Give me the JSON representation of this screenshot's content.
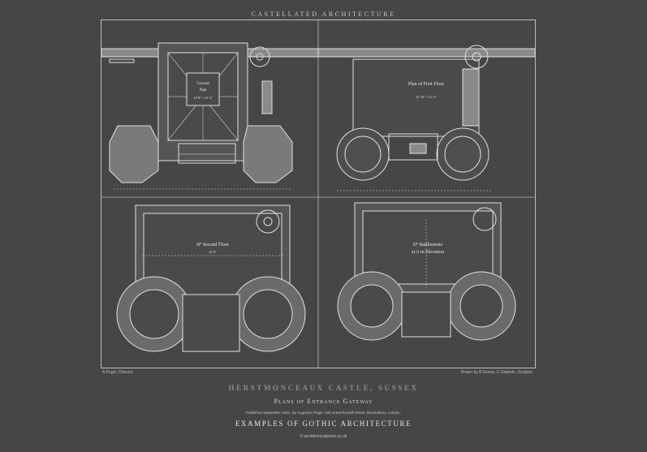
{
  "header": {
    "title": "CASTELLATED ARCHITECTURE"
  },
  "plans": {
    "ground": {
      "line1": "Ground",
      "line2": "Plan",
      "dim": "14' 8\" × 21' 4\""
    },
    "first": {
      "label": "Plan of First Floor",
      "dim": "21' 10\" × 21' 4\""
    },
    "second": {
      "label": "Dº Second Floor",
      "dim": "21' 8\""
    },
    "battlements": {
      "line1": "Dº Battlements",
      "line2": "at A in Elevation"
    }
  },
  "credits": {
    "left": "A.Pugin, Director.",
    "right": "Drawn by B.Ferrey.  C.Gladwin. Sculptor."
  },
  "footer": {
    "title": "HERSTMONCEAUX CASTLE, SUSSEX",
    "subtitle": "Plans of Entrance Gateway",
    "published": "Published September 1831, By Augustus Pugin, 106 Great Russell Street, Bloomsbury, London.",
    "series": "EXAMPLES OF GOTHIC ARCHITECTURE",
    "website": "© architecturalprints.co.uk"
  },
  "colors": {
    "background": "#464646",
    "lines": "#e0e0e0",
    "wall_fill": "#8a8a8a"
  }
}
